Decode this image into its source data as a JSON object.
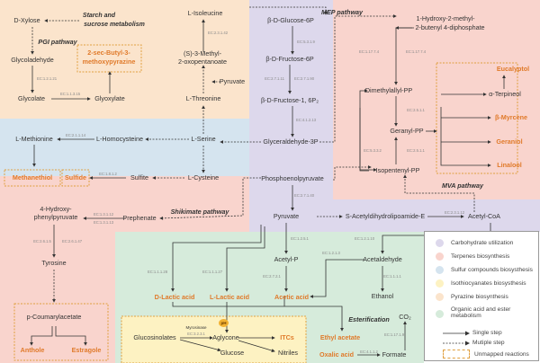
{
  "colors": {
    "carbohydrate": "#ddd8ec",
    "terpenes": "#f9d4cd",
    "sulfur": "#d5e4ef",
    "isothiocyanates": "#fdf2c2",
    "pyrazine": "#fbe4cc",
    "organic": "#d6ebdb",
    "highlight": "#e07a2a"
  },
  "pathways": {
    "starch": "Starch and",
    "starch2": "sucrose metabolism",
    "pgi": "PGI pathway",
    "mep": "MEP pathway",
    "mva": "MVA pathway",
    "shikimate": "Shikimate pathway",
    "esterification": "Esterification"
  },
  "nodes": {
    "xylose": "D-Xylose",
    "glycoladehyde": "Glycoladehyde",
    "glycolate": "Glycolate",
    "glyoxylate": "Glyoxylate",
    "isoleucine": "L-Isoleucine",
    "methyl1": "(S)-3-Methyl-",
    "methyl2": "2-oxopentanoate",
    "pyruvate_side": "Pyruvate",
    "threonine": "L-Threonine",
    "methionine": "L-Methionine",
    "homocysteine": "L-Homocysteine",
    "serine": "L-Serine",
    "sulfite": "Sulfite",
    "cysteine": "L-Cysteine",
    "glucose6p": "β-D-Glucose-6P",
    "fructose6p": "β-D-Fructose-6P",
    "fructose16": "β-D-Fructose-1, 6P₂",
    "g3p": "Glyceraldehyde-3P",
    "pep": "Phosphoenolpyruvate",
    "pyruvate": "Pyruvate",
    "sacetyl": "S-Acetyldihydrolipoamide-E",
    "acetylcoa": "Acetyl-CoA",
    "acetylp": "Acetyl-P",
    "acetaldehyde": "Acetaldehyde",
    "ethanol": "Ethanol",
    "co2": "CO₂",
    "formate": "Formate",
    "hmbpp1": "1-Hydroxy-2-methyl-",
    "hmbpp2": "2-butenyl 4-diphosphate",
    "dmapp": "Dimethylallyl-PP",
    "gpp": "Geranyl-PP",
    "ipp": "Isopentenyl-PP",
    "terpineol": "α-Terpineol",
    "hpp1": "4-Hydroxy-",
    "hpp2": "phenylpyruvate",
    "prephenate": "Prephenate",
    "tyrosine": "Tyrosine",
    "coumaryl": "p-Coumarylacetate",
    "glucosinolates": "Glucosinolates",
    "aglycone": "Aglycone",
    "glucose": "Glucose",
    "nitriles": "Nitriles",
    "myrosinase": "Myrosinase",
    "ph": "pH"
  },
  "products": {
    "pyrazine1": "2-sec-Butyl-3-",
    "pyrazine2": "methoxypyrazine",
    "methanethiol": "Methanethiol",
    "sulfide": "Sulfide",
    "eucalyptol": "Eucalyptol",
    "myrcene": "β-Myrcene",
    "geraniol": "Geraniol",
    "linalool": "Linalool",
    "anethole": "Anthole",
    "estragole": "Estragole",
    "dlactic": "D-Lactic acid",
    "llactic": "L-Lactic acid",
    "acetic": "Acetic acid",
    "ethylacetate": "Ethyl acetate",
    "oxalic": "Oxalic acid",
    "itcs": "ITCs"
  },
  "ec": [
    "EC:2.3.1.42",
    "EC:1.2.1.21",
    "EC:1.1.3.15",
    "EC:2.1.1.14",
    "EC:1.8.1.2",
    "EC:5.3.1.9",
    "EC:2.7.1.11",
    "EC:2.7.1.90",
    "EC:4.1.2.13",
    "EC:1.17.7.4",
    "EC:1.17.7.4",
    "EC:2.5.1.1",
    "EC:5.3.3.2",
    "EC:2.5.1.1",
    "EC:2.7.1.40",
    "EC:2.3.1.12",
    "EC:1.2.5.1",
    "EC:1.2.1.10",
    "EC:1.2.1.3",
    "EC:1.1.1.1",
    "EC:2.7.2.1",
    "EC:1.1.1.28",
    "EC:1.1.1.27",
    "EC:1.3.1.12",
    "EC:1.3.1.13",
    "EC:2.6.1.5",
    "EC:2.6.1.47",
    "EC:1.17.1.9",
    "EC:4.1.1.2",
    "EC:3.2.3.1"
  ],
  "legend": {
    "items": [
      "Carbohydrate utilization",
      "Terpenes biosynthesis",
      "Sulfur compounds biosysthesis",
      "Isothiocyanates biosysthesis",
      "Pyrazine biosynthesis",
      "Organic acid and ester",
      "metabolism"
    ],
    "single": "Single step",
    "multiple": "Mutiple step",
    "unmapped": "Unmapped reactions"
  }
}
